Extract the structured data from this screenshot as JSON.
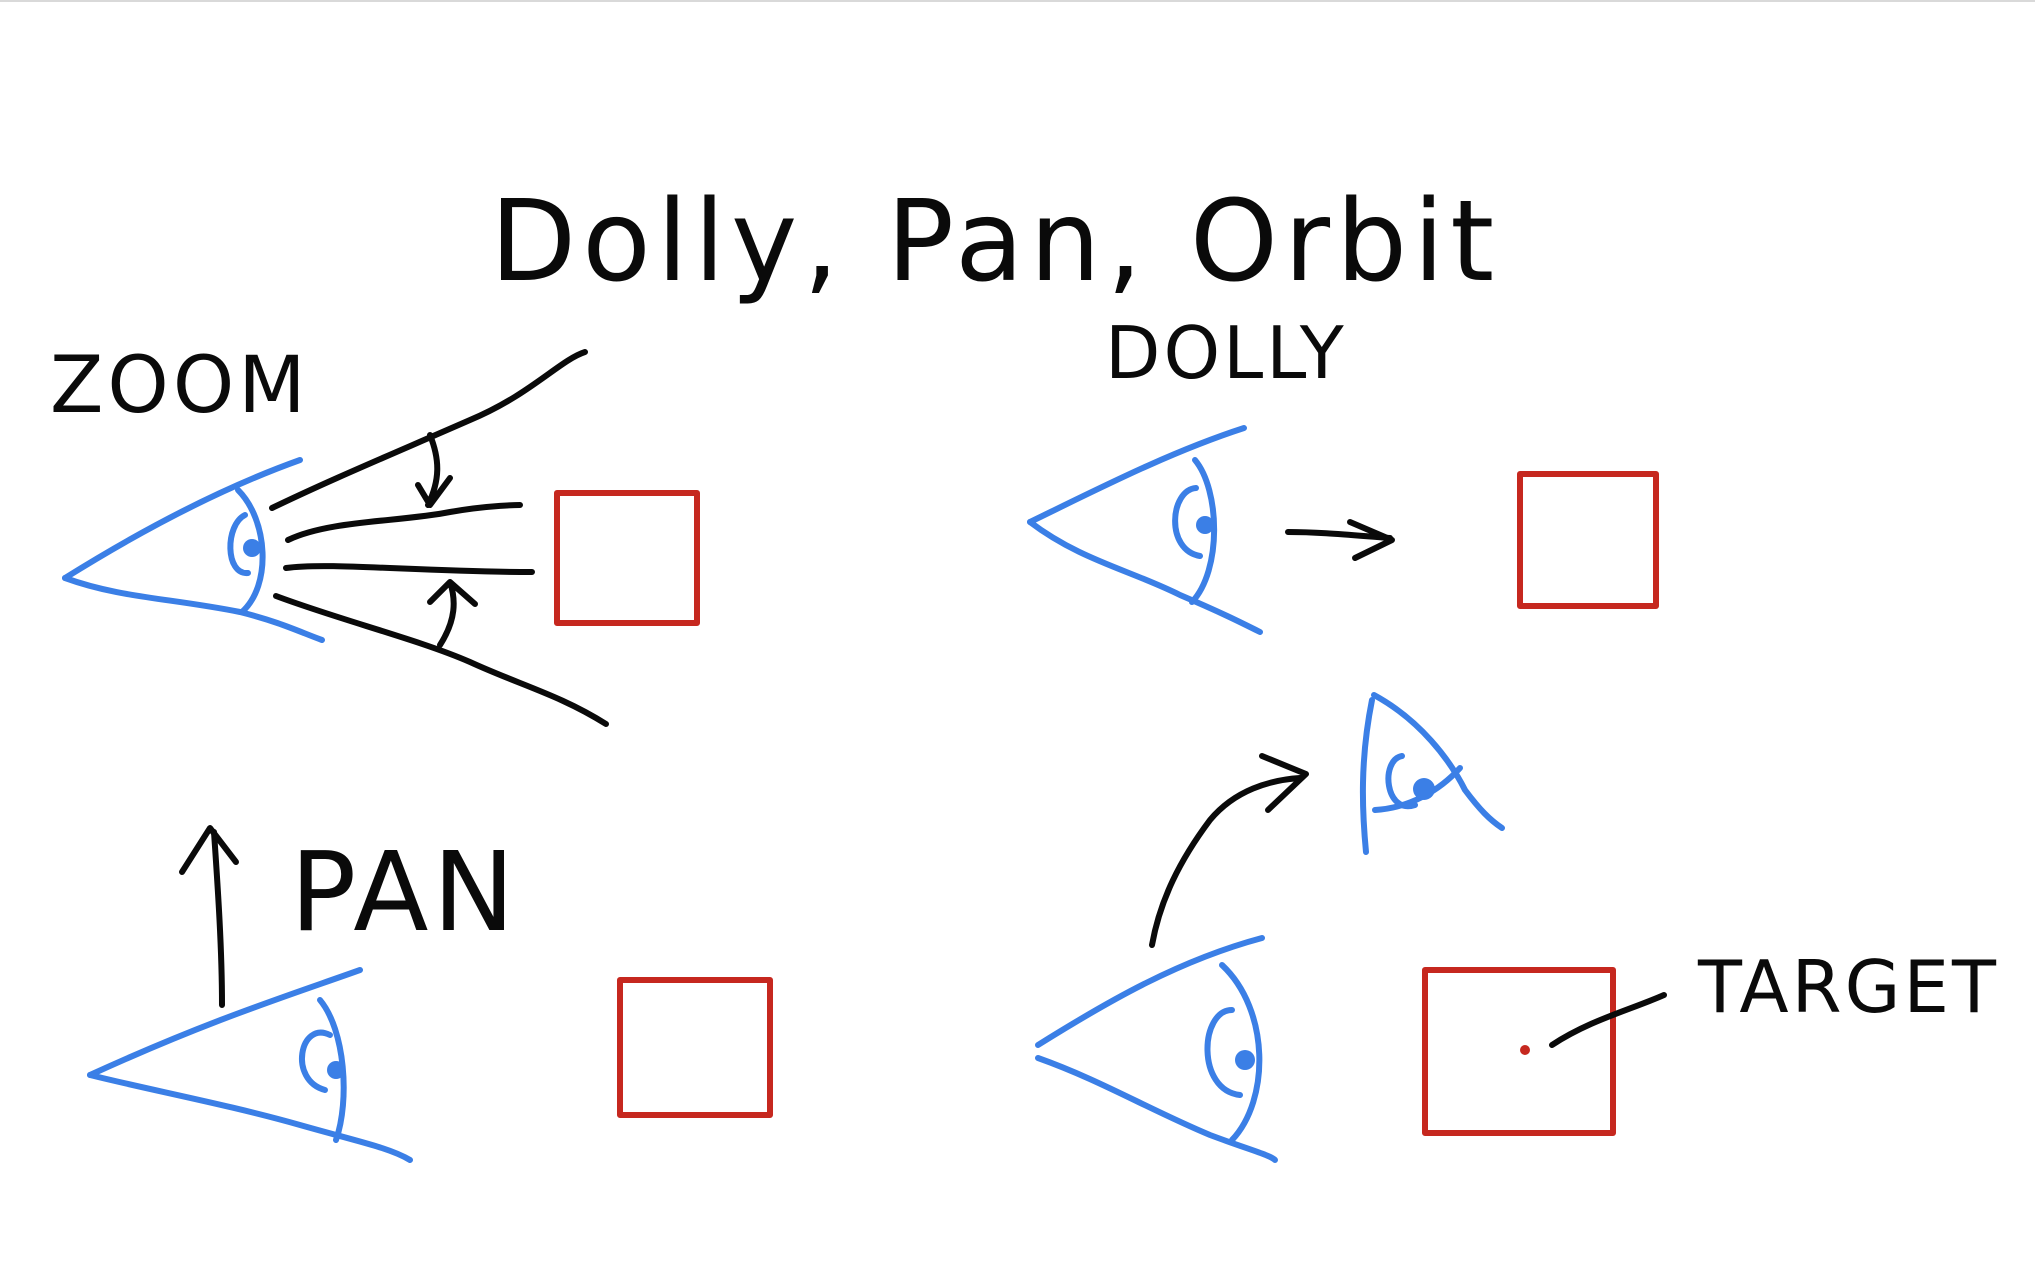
{
  "title": "Dolly, Pan, Orbit",
  "labels": {
    "zoom": "ZOOM",
    "dolly": "DOLLY",
    "pan": "PAN",
    "target": "TARGET"
  },
  "colors": {
    "ink": "#0a0a0a",
    "camera": "#3b7fe6",
    "object": "#c6281f"
  },
  "panels": [
    {
      "name": "zoom",
      "camera_icon": "eye-icon",
      "object_icon": "square-icon",
      "motion": "field-of-view narrowing arrows"
    },
    {
      "name": "dolly",
      "camera_icon": "eye-icon",
      "object_icon": "square-icon",
      "motion": "forward arrow"
    },
    {
      "name": "pan",
      "camera_icon": "eye-icon",
      "object_icon": "square-icon",
      "motion": "up arrow"
    },
    {
      "name": "orbit",
      "camera_icon": "eye-icon",
      "object_icon": "square-icon",
      "motion": "curved arrow around target"
    }
  ]
}
